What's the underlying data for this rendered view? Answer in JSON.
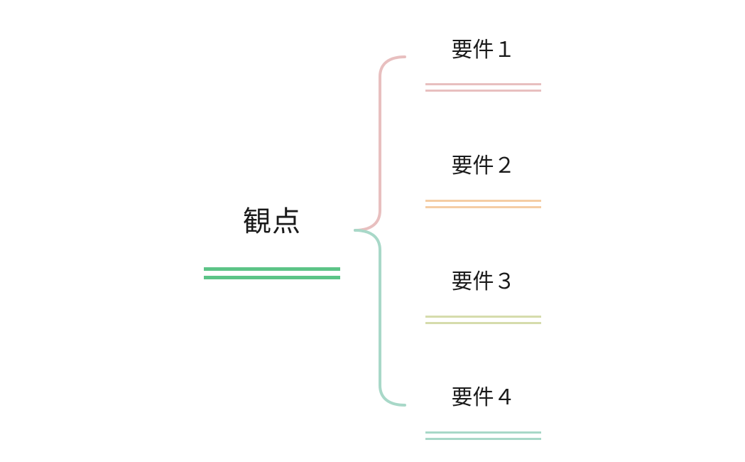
{
  "root": {
    "label": "観点",
    "color": "#5cc487"
  },
  "requirements": [
    {
      "label": "要件１",
      "color": "#e8bfbf"
    },
    {
      "label": "要件２",
      "color": "#f5cda4"
    },
    {
      "label": "要件３",
      "color": "#d6dcac"
    },
    {
      "label": "要件４",
      "color": "#a8d8c8"
    }
  ],
  "brace": {
    "upper_color": "#e8bfbf",
    "lower_color": "#a8d8c8"
  }
}
